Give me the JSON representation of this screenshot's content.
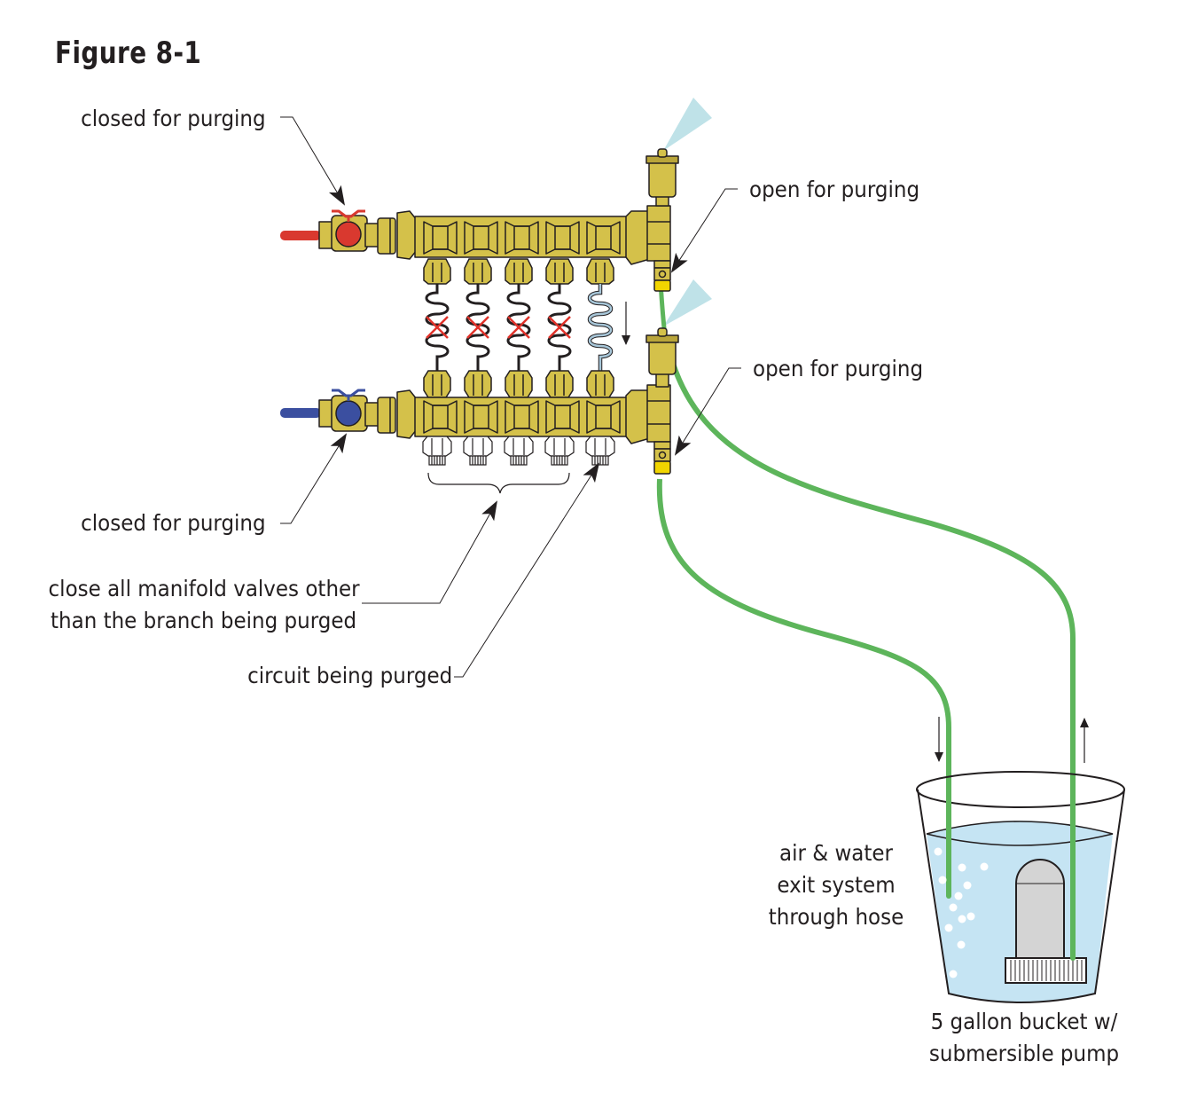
{
  "figure": {
    "title": "Figure 8-1"
  },
  "labels": {
    "supply_valve": "closed for purging",
    "return_valve": "closed for purging",
    "supply_purge_valve": "open for purging",
    "return_purge_valve": "open for purging",
    "other_valves_line1": "close all manifold valves other",
    "other_valves_line2": "than the branch being purged",
    "circuit_purged": "circuit being purged",
    "air_water_line1": "air & water",
    "air_water_line2": "exit system",
    "air_water_line3": "through hose",
    "bucket_line1": "5 gallon bucket w/",
    "bucket_line2": "submersible pump"
  },
  "components": {
    "circuits_total": 5,
    "circuits_closed": 4,
    "circuit_open_index": 5,
    "bubbles": 12
  },
  "colors": {
    "brass": "#d4c14a",
    "brass_dark": "#b9a53a",
    "outline": "#231f20",
    "supply_red": "#d9392f",
    "return_blue": "#3b4fa0",
    "hose_green": "#5db55b",
    "water": "#c5e4f3",
    "spray": "#bfe2e8",
    "pump_gray": "#d4d4d4",
    "purged_tube": "#a7c6d8",
    "x_mark": "#e0322a"
  }
}
